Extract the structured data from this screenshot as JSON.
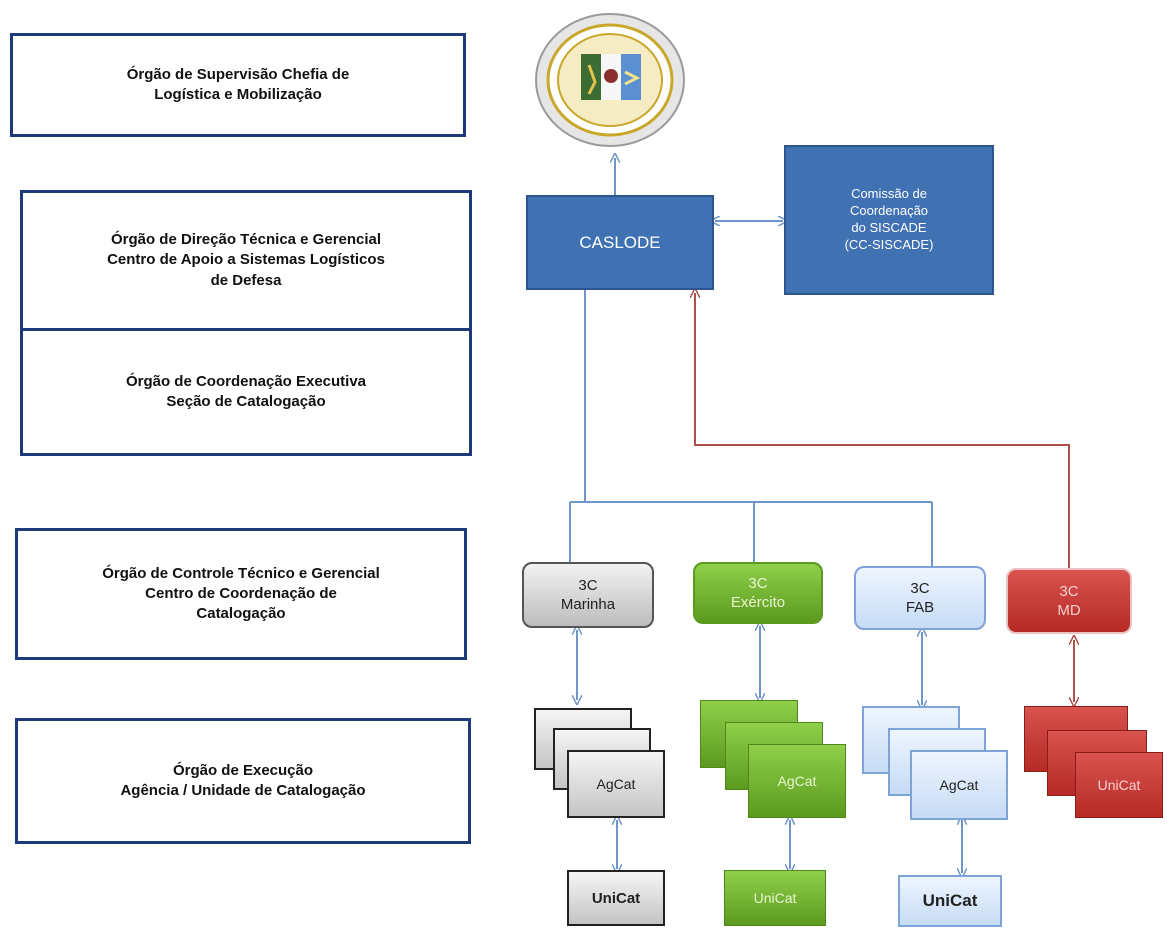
{
  "left_boxes": [
    {
      "lines": [
        "Órgão de Supervisão Chefia de",
        "Logística e Mobilização"
      ]
    },
    {
      "lines": [
        "Órgão de Direção Técnica e Gerencial",
        "Centro de Apoio a Sistemas Logísticos",
        "de Defesa"
      ]
    },
    {
      "lines": [
        "Órgão de Coordenação Executiva",
        "Seção de Catalogação"
      ]
    },
    {
      "lines": [
        "Órgão de Controle Técnico e Gerencial",
        "Centro de Coordenação de",
        "Catalogação"
      ]
    },
    {
      "lines": [
        "Órgão de Execução",
        "Agência / Unidade de Catalogação"
      ]
    }
  ],
  "caslode": {
    "label": "CASLODE"
  },
  "commission": {
    "lines": [
      "Comissão de",
      "Coordenação",
      "do SISCADE",
      "(CC-SISCADE)"
    ]
  },
  "centers": [
    {
      "line1": "3C",
      "line2": "Marinha"
    },
    {
      "line1": "3C",
      "line2": "Exército"
    },
    {
      "line1": "3C",
      "line2": "FAB"
    },
    {
      "line1": "3C",
      "line2": "MD"
    }
  ],
  "agencies": {
    "agcat": "AgCat",
    "unicat": "UniCat"
  },
  "colors": {
    "dark_blue": "#1f3a7a",
    "box_blue": "#3f71b3",
    "connector_blue": "#6f95c9",
    "connector_red": "#b0504a",
    "green": "#6aab2c",
    "red": "#c0302b"
  },
  "emblem": {
    "icon": "defense-emblem-icon"
  }
}
